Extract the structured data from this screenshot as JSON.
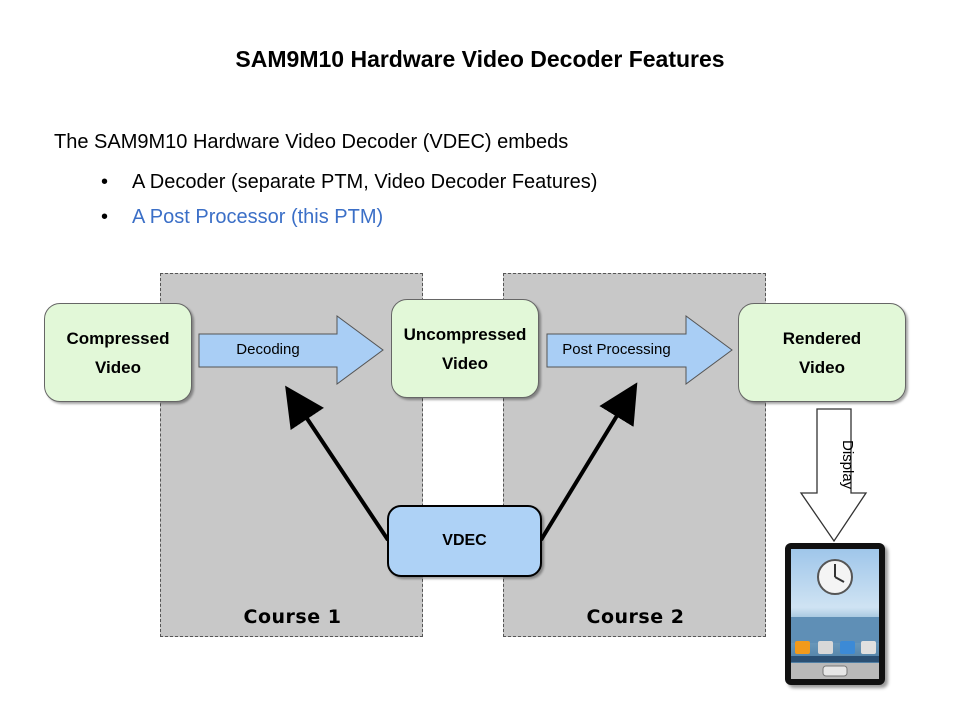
{
  "slide": {
    "title": "SAM9M10 Hardware Video Decoder Features",
    "intro": "The SAM9M10 Hardware Video Decoder (VDEC) embeds",
    "bullets": [
      {
        "text": "A Decoder (separate PTM, Video Decoder Features)",
        "color": "#000000"
      },
      {
        "text": "A Post Processor (this PTM)",
        "color": "#3b6fc7"
      }
    ],
    "bullet_symbol": "•"
  },
  "diagram": {
    "nodes": {
      "compressed": "Compressed\nVideo",
      "uncompressed": "Uncompressed\nVideo",
      "rendered": "Rendered\nVideo",
      "vdec": "VDEC"
    },
    "arrows": {
      "decoding": "Decoding",
      "post_processing": "Post Processing",
      "display": "Display"
    },
    "courses": [
      "Course 1",
      "Course 2"
    ],
    "colors": {
      "node_fill": "#e2f8d8",
      "vdec_fill": "#aed2f6",
      "arrow_fill": "#a9cef5",
      "course_fill": "#c8c8c8"
    }
  },
  "tablet": {
    "icon": "tablet-device-icon"
  }
}
